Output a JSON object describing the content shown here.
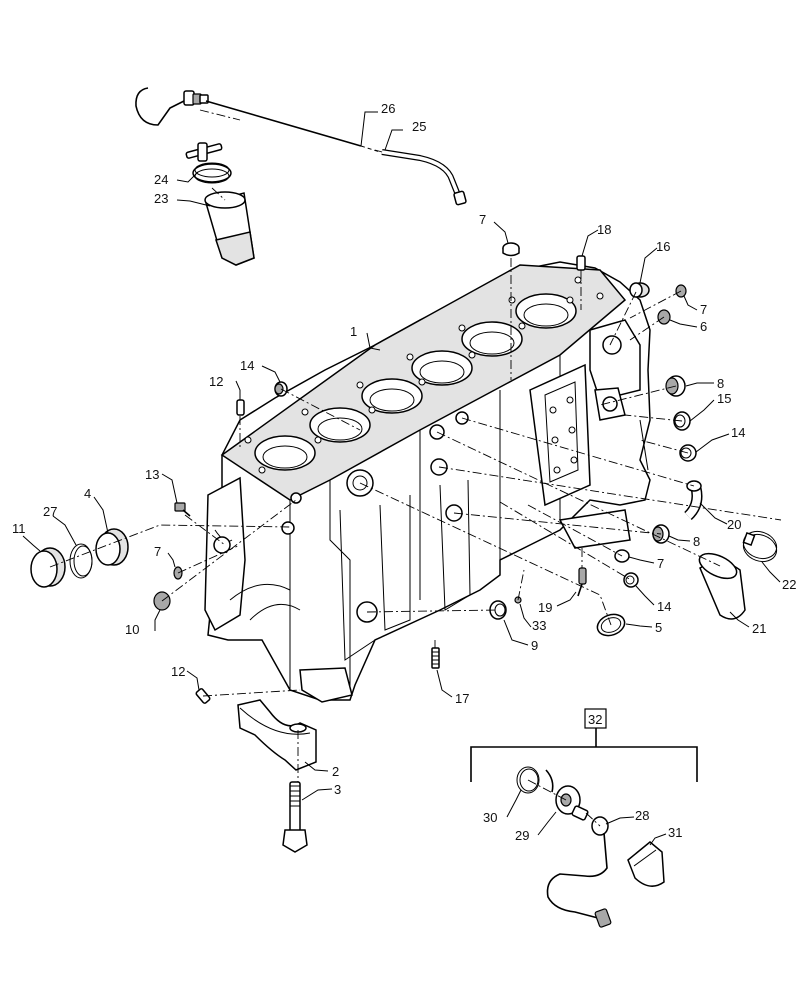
{
  "diagram": {
    "callouts": [
      {
        "id": "c1",
        "text": "1"
      },
      {
        "id": "c2",
        "text": "2"
      },
      {
        "id": "c3",
        "text": "3"
      },
      {
        "id": "c4",
        "text": "4"
      },
      {
        "id": "c5",
        "text": "5"
      },
      {
        "id": "c6",
        "text": "6"
      },
      {
        "id": "c7a",
        "text": "7"
      },
      {
        "id": "c7b",
        "text": "7"
      },
      {
        "id": "c7c",
        "text": "7"
      },
      {
        "id": "c7d",
        "text": "7"
      },
      {
        "id": "c8a",
        "text": "8"
      },
      {
        "id": "c8b",
        "text": "8"
      },
      {
        "id": "c9",
        "text": "9"
      },
      {
        "id": "c10",
        "text": "10"
      },
      {
        "id": "c11",
        "text": "11"
      },
      {
        "id": "c12a",
        "text": "12"
      },
      {
        "id": "c12b",
        "text": "12"
      },
      {
        "id": "c13",
        "text": "13"
      },
      {
        "id": "c14a",
        "text": "14"
      },
      {
        "id": "c14b",
        "text": "14"
      },
      {
        "id": "c14c",
        "text": "14"
      },
      {
        "id": "c15",
        "text": "15"
      },
      {
        "id": "c16",
        "text": "16"
      },
      {
        "id": "c17",
        "text": "17"
      },
      {
        "id": "c18",
        "text": "18"
      },
      {
        "id": "c19",
        "text": "19"
      },
      {
        "id": "c20",
        "text": "20"
      },
      {
        "id": "c21",
        "text": "21"
      },
      {
        "id": "c22",
        "text": "22"
      },
      {
        "id": "c23",
        "text": "23"
      },
      {
        "id": "c24",
        "text": "24"
      },
      {
        "id": "c25",
        "text": "25"
      },
      {
        "id": "c26",
        "text": "26"
      },
      {
        "id": "c27",
        "text": "27"
      },
      {
        "id": "c28",
        "text": "28"
      },
      {
        "id": "c29",
        "text": "29"
      },
      {
        "id": "c30",
        "text": "30"
      },
      {
        "id": "c31",
        "text": "31"
      },
      {
        "id": "c33",
        "text": "33"
      }
    ],
    "kit_label": "32"
  }
}
